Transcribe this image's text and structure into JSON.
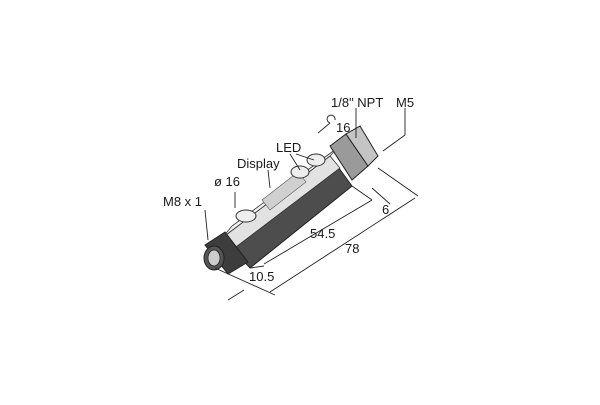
{
  "diagram": {
    "title": "Pressure sensor dimensional drawing",
    "labels": {
      "thread_npt": "1/8\" NPT",
      "thread_m5": "M5",
      "wrench_size": "16",
      "led": "LED",
      "display": "Display",
      "diameter": "ø 16",
      "connector": "M8 x 1",
      "dim_6": "6",
      "dim_54_5": "54.5",
      "dim_78": "78",
      "dim_10_5": "10.5"
    },
    "icons": {
      "wrench": "wrench-icon"
    },
    "colors": {
      "body_dark": "#4a4a4a",
      "body_light": "#d9d9d9",
      "line": "#222222"
    }
  }
}
